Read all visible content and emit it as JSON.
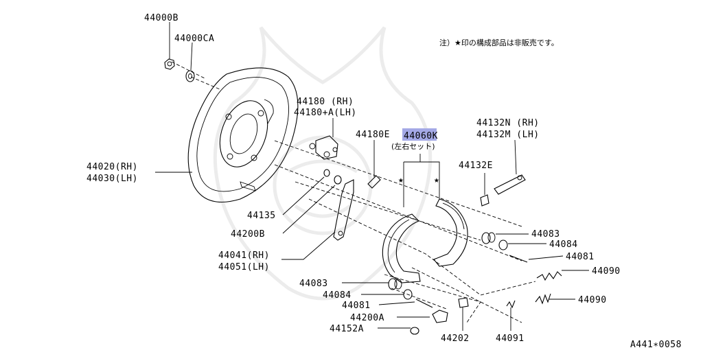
{
  "note": "注）★印の構成部品は非販売です。",
  "diagram_id": "A441∗0058",
  "highlight_color": "#a4a9e6",
  "labels": {
    "p44000B": "44000B",
    "p44000CA": "44000CA",
    "p44180": "44180 (RH)",
    "p44180A": "44180+A(LH)",
    "p44180E": "44180E",
    "p44060K": "44060K",
    "p44060K_sub": "(左右セット)",
    "p44132N": "44132N (RH)",
    "p44132M": "44132M (LH)",
    "p44132E": "44132E",
    "p44020": "44020(RH)",
    "p44030": "44030(LH)",
    "p44135": "44135",
    "p44200B": "44200B",
    "p44041": "44041(RH)",
    "p44051": "44051(LH)",
    "p44083a": "44083",
    "p44084a": "44084",
    "p44081a": "44081",
    "p44090a": "44090",
    "p44090b": "44090",
    "p44083b": "44083",
    "p44084b": "44084",
    "p44081b": "44081",
    "p44200A": "44200A",
    "p44152A": "44152A",
    "p44202": "44202",
    "p44091": "44091"
  },
  "stars": [
    "★",
    "★"
  ]
}
